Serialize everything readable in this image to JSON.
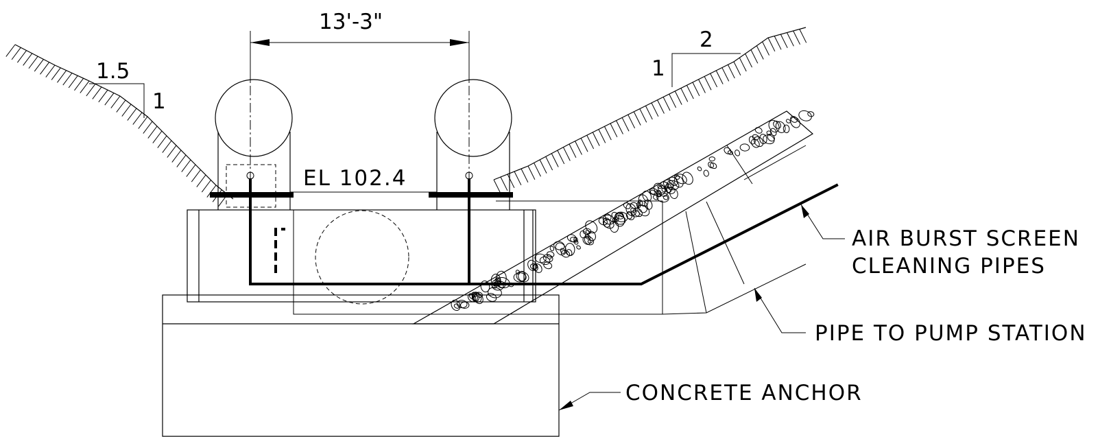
{
  "drawing": {
    "dimension": "13'-3\"",
    "elevation": "EL 102.4",
    "slope_left": {
      "run": "1.5",
      "rise": "1"
    },
    "slope_right": {
      "run": "2",
      "rise": "1"
    },
    "callouts": {
      "air_burst_line1": "AIR BURST SCREEN",
      "air_burst_line2": "CLEANING PIPES",
      "pipe_to_pump": "PIPE TO PUMP STATION",
      "concrete_anchor": "CONCRETE ANCHOR"
    }
  }
}
